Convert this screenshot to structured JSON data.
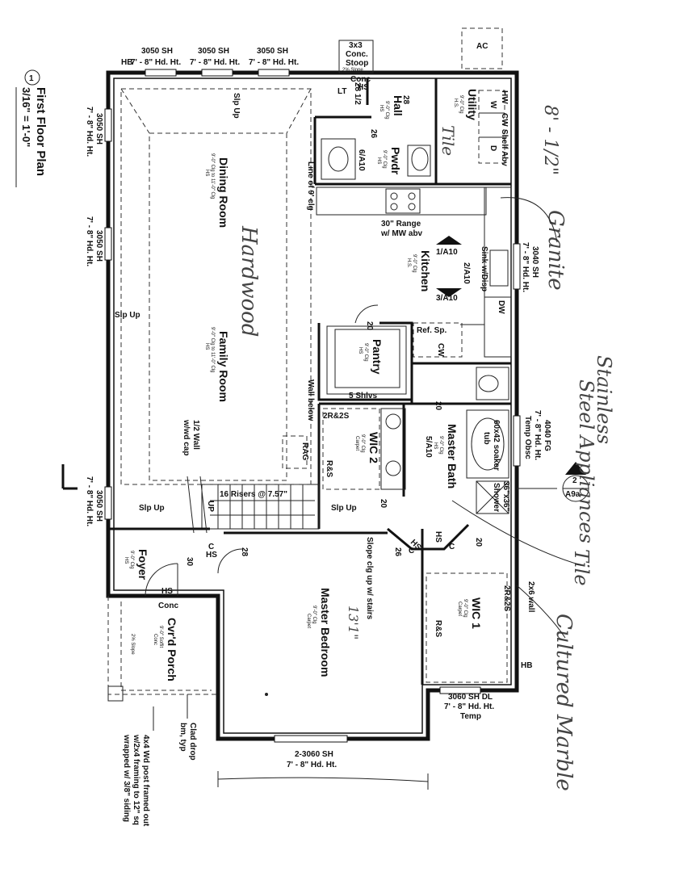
{
  "title": {
    "number": "1",
    "name": "First Floor Plan",
    "scale": "3/16\" = 1'-0\""
  },
  "rooms": {
    "dining": {
      "name": "Dining Room",
      "note": "9'-0\" Clg to 11'-0\" Clg",
      "finish": "HS"
    },
    "family": {
      "name": "Family Room",
      "note": "9'-0\" Clg to 11'-0\" Clg",
      "finish": "HS"
    },
    "kitchen": {
      "name": "Kitchen",
      "note": "9'-0\" Clg",
      "finish": "H.S."
    },
    "pantry": {
      "name": "Pantry",
      "note": "9'-0\" Clg",
      "finish": "HS"
    },
    "hall": {
      "name": "Hall",
      "note": "9'-0\" Clg",
      "finish": "HS"
    },
    "pwdr": {
      "name": "Pwdr",
      "note": "9'-0\" Clg",
      "finish": "HS"
    },
    "utility": {
      "name": "Utility",
      "note": "9'-0\" Clg",
      "finish": "H.S."
    },
    "master_bath": {
      "name": "Master Bath",
      "note": "9'-0\" Clg",
      "finish": "HS"
    },
    "wic2": {
      "name": "WIC 2",
      "note": "9'-0\" Clg",
      "finish": "Carpet"
    },
    "wic1": {
      "name": "WIC 1",
      "note": "9'-0\" Clg",
      "finish": "Carpet"
    },
    "master_bedroom": {
      "name": "Master Bedroom",
      "note": "9'-0\" Clg",
      "finish": "Carpet"
    },
    "foyer": {
      "name": "Foyer",
      "note": "9'-0\" Clg",
      "finish": "HS"
    },
    "porch": {
      "name": "Cvr'd Porch",
      "note": "9'-0\" Soffit",
      "finish": "Conc",
      "slope": "2% Slope"
    },
    "stoop": {
      "name": "3x3",
      "line2": "Conc.",
      "line3": "Stoop",
      "slope": "2% Slope"
    }
  },
  "windows": {
    "top_1": "3050 SH",
    "top_1_ht": "7' - 8\" Hd. Ht.",
    "top_2": "3050 SH",
    "top_2_ht": "7' - 8\" Hd. Ht.",
    "top_3": "3050 SH",
    "top_3_ht": "7' - 8\" Hd. Ht.",
    "left_1": "3050 SH",
    "left_1_ht": "7' - 8\" Hd. Ht.",
    "left_2": "3050 SH",
    "left_2_ht": "7' - 8\" Hd. Ht.",
    "left_3": "3050 SH",
    "left_3_ht": "7' - 8\" Hd. Ht.",
    "right_kitchen": "3040 SH",
    "right_kitchen_ht": "7' - 8\" Hd. Ht.",
    "right_bath": "4040 FG",
    "right_bath_ht": "7' - 8\" Hd. Ht.",
    "right_bath_note": "Temp Obsc",
    "bottom_bed": "2-3060 SH",
    "bottom_bed_ht": "7' - 8\" Hd. Ht.",
    "bottom_wic": "3060 SH DL",
    "bottom_wic_ht": "7' - 8\" Hd. Ht.",
    "bottom_wic_note": "Temp"
  },
  "labels": {
    "hb_top": "HB",
    "hb_right": "HB",
    "conc_top": "Conc",
    "conc_bottom": "Conc",
    "ac": "AC",
    "hw": "HW",
    "cw": "CW",
    "shelf": "Shelf Abv",
    "washer": "W",
    "dryer": "D",
    "range": "30\" Range",
    "range_note": "w/ MW abv",
    "sink": "Sink w/Disp",
    "dw": "DW",
    "ref": "Ref. Sp.",
    "cw2": "CW",
    "shelves": "5 Shlvs",
    "slp_up_1": "Slp Up",
    "slp_up_2": "Slp Up",
    "slp_up_3": "Slp Up",
    "slp_up_4": "Slp Up",
    "line_clg": "Line of 9' clg",
    "wall_below": "Wall below",
    "half_wall": "1/2 Wall",
    "half_wall_2": "w/wd cap",
    "risers": "16 Risers @ 7.57\"",
    "up": "UP",
    "rag": "RAG",
    "rs_1": "R&S",
    "rs_2": "R&S",
    "r2s_1": "2R&2S",
    "r2s_2": "2R&2S",
    "slope_clg": "Slope clg up w/ stairs",
    "wall_2x6": "2x6 wall",
    "soaker": "60x42 soaker",
    "soaker_2": "tub",
    "shower": "36\"x36\"",
    "shower_2": "Shower",
    "ref_1": "1/A10",
    "ref_2": "2/A10",
    "ref_3": "3/A10",
    "ref_5": "5/A10",
    "ref_6": "6/A10",
    "section_num": "2",
    "section_sheet": "A9a",
    "door_28a": "28",
    "door_28b": "28 1/2",
    "door_28c": "28",
    "door_26a": "26",
    "door_26b": "26",
    "door_20a": "20",
    "door_20b": "20",
    "door_20c": "20",
    "door_20d": "20",
    "door_30": "30",
    "lt": "LT",
    "hs_1": "HS",
    "hs_2": "HS",
    "hs_3": "HS",
    "hs_4": "HS",
    "hs_5": "HS",
    "c_1": "C",
    "c_2": "C",
    "c_3": "C",
    "post_1": "4x4 Wd post framed out",
    "post_2": "w/2x4 framing to 12\" sq",
    "post_3": "wrapped w/ 3/8\" siding",
    "beam_1": "Clad drop",
    "beam_2": "bm, typ"
  },
  "handwritten": {
    "tile_1": "Tile",
    "ceiling": "8' - 1/2\"",
    "granite": "Granite",
    "hardwood": "Hardwood",
    "stainless": "Stainless",
    "steel": "Steel Appliances",
    "tile_2": "Tile",
    "marble": "Cultured Marble",
    "dim": "13'1\""
  }
}
